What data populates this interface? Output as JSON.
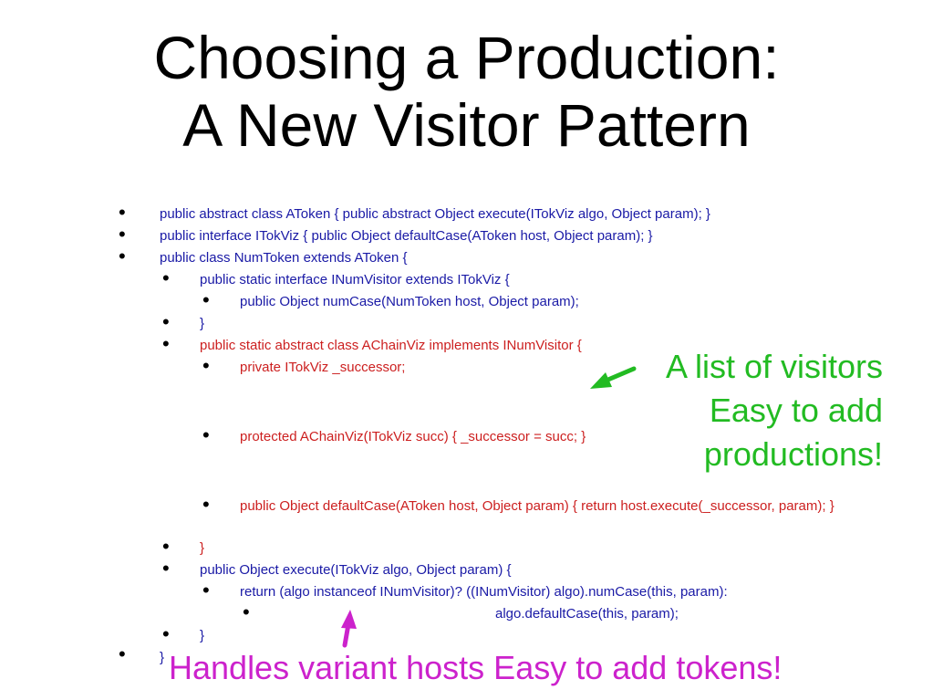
{
  "slide": {
    "title_line1": "Choosing a Production:",
    "title_line2": "A New Visitor Pattern",
    "bullet_symbol": "•",
    "lines": [
      "public abstract class AToken { public abstract Object execute(ITokViz algo, Object param); }",
      "public interface ITokViz { public Object defaultCase(AToken host, Object param); }",
      "public class NumToken extends AToken {",
      "public static interface INumVisitor extends ITokViz {",
      "public Object numCase(NumToken host, Object param);",
      "}",
      "public static abstract class AChainViz implements INumVisitor {",
      "private ITokViz _successor;",
      "protected AChainViz(ITokViz succ) { _successor = succ; }",
      "public Object defaultCase(AToken host, Object param) { return host.execute(_successor, param); }",
      "}",
      "public Object execute(ITokViz algo, Object param) {",
      "return (algo instanceof INumVisitor)? ((INumVisitor) algo).numCase(this, param):",
      "algo.defaultCase(this, param);",
      "}",
      "}"
    ],
    "note_green_line1": "A list of visitors",
    "note_green_line2": "Easy to add",
    "note_green_line3": "productions!",
    "note_magenta": "Handles variant hosts  Easy to add tokens!",
    "colors": {
      "code_blue": "#1a1aa6",
      "code_red": "#cc1f1f",
      "note_green": "#22bb22",
      "note_magenta": "#cc22cc"
    }
  }
}
